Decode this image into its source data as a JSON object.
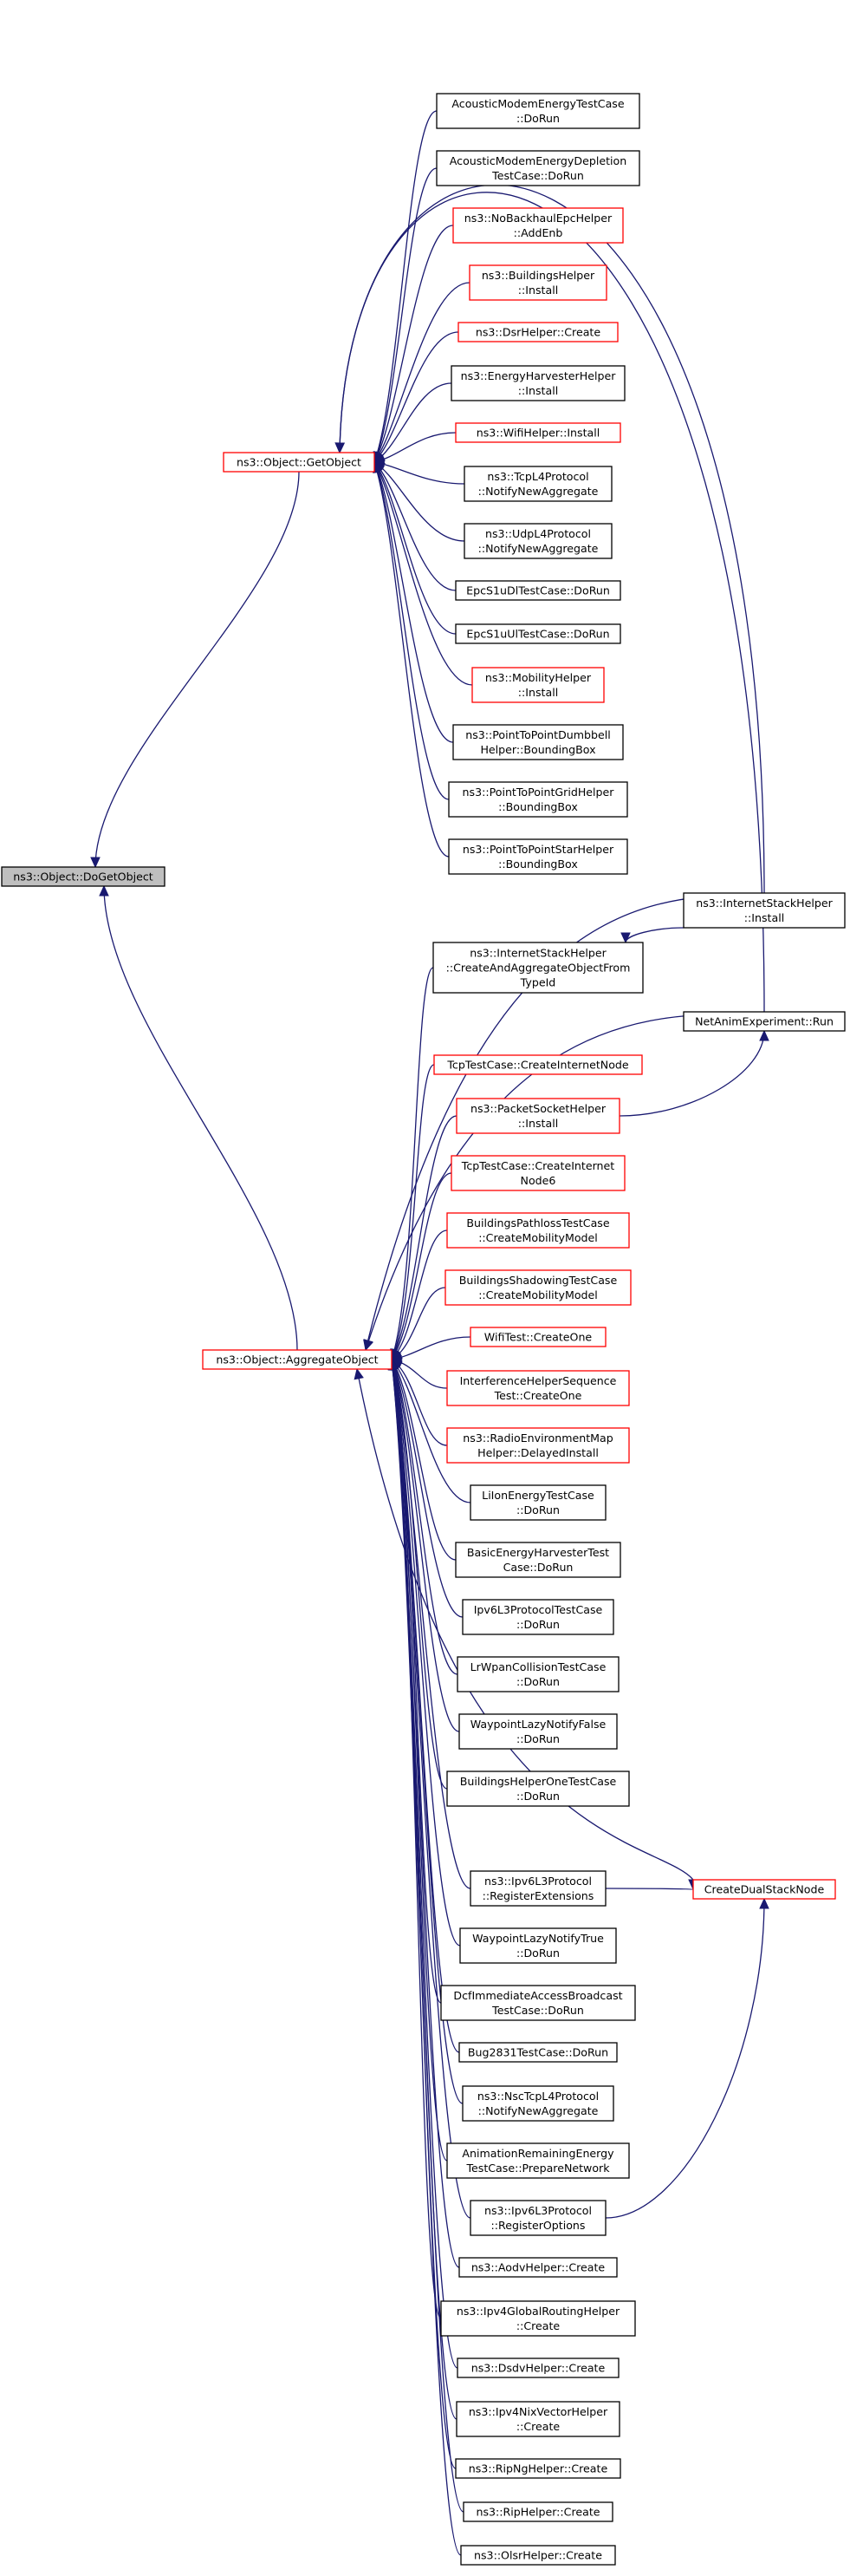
{
  "diagram": {
    "type": "doxygen caller graph",
    "colors": {
      "edge": "#191970",
      "focus_fill": "#bfbfbf",
      "focus_border": "#000000",
      "normal_border": "#000000",
      "truncated_border": "#ff0000",
      "node_fill": "#ffffff"
    },
    "focus_node": {
      "id": "doget",
      "lines": [
        "ns3::Object::DoGetObject"
      ]
    },
    "nodes": [
      {
        "id": "getobject",
        "lines": [
          "ns3::Object::GetObject"
        ],
        "truncated": true
      },
      {
        "id": "aggregate",
        "lines": [
          "ns3::Object::AggregateObject"
        ],
        "truncated": true
      },
      {
        "id": "g1",
        "lines": [
          "AcousticModemEnergyTestCase",
          "::DoRun"
        ],
        "truncated": false
      },
      {
        "id": "g2",
        "lines": [
          "AcousticModemEnergyDepletion",
          "TestCase::DoRun"
        ],
        "truncated": false
      },
      {
        "id": "g3",
        "lines": [
          "ns3::NoBackhaulEpcHelper",
          "::AddEnb"
        ],
        "truncated": true
      },
      {
        "id": "g4",
        "lines": [
          "ns3::BuildingsHelper",
          "::Install"
        ],
        "truncated": true
      },
      {
        "id": "g5",
        "lines": [
          "ns3::DsrHelper::Create"
        ],
        "truncated": true
      },
      {
        "id": "g6",
        "lines": [
          "ns3::EnergyHarvesterHelper",
          "::Install"
        ],
        "truncated": false
      },
      {
        "id": "g7",
        "lines": [
          "ns3::WifiHelper::Install"
        ],
        "truncated": true
      },
      {
        "id": "g8",
        "lines": [
          "ns3::TcpL4Protocol",
          "::NotifyNewAggregate"
        ],
        "truncated": false
      },
      {
        "id": "g9",
        "lines": [
          "ns3::UdpL4Protocol",
          "::NotifyNewAggregate"
        ],
        "truncated": false
      },
      {
        "id": "g10",
        "lines": [
          "EpcS1uDlTestCase::DoRun"
        ],
        "truncated": false
      },
      {
        "id": "g11",
        "lines": [
          "EpcS1uUlTestCase::DoRun"
        ],
        "truncated": false
      },
      {
        "id": "g12",
        "lines": [
          "ns3::MobilityHelper",
          "::Install"
        ],
        "truncated": true
      },
      {
        "id": "g13",
        "lines": [
          "ns3::PointToPointDumbbell",
          "Helper::BoundingBox"
        ],
        "truncated": false
      },
      {
        "id": "g14",
        "lines": [
          "ns3::PointToPointGridHelper",
          "::BoundingBox"
        ],
        "truncated": false
      },
      {
        "id": "g15",
        "lines": [
          "ns3::PointToPointStarHelper",
          "::BoundingBox"
        ],
        "truncated": false
      },
      {
        "id": "ish",
        "lines": [
          "ns3::InternetStackHelper",
          "::Install"
        ],
        "truncated": false
      },
      {
        "id": "caof",
        "lines": [
          "ns3::InternetStackHelper",
          "::CreateAndAggregateObjectFrom",
          "TypeId"
        ],
        "truncated": false
      },
      {
        "id": "netanim",
        "lines": [
          "NetAnimExperiment::Run"
        ],
        "truncated": false
      },
      {
        "id": "a1",
        "lines": [
          "TcpTestCase::CreateInternetNode"
        ],
        "truncated": true
      },
      {
        "id": "a2",
        "lines": [
          "ns3::PacketSocketHelper",
          "::Install"
        ],
        "truncated": true
      },
      {
        "id": "a3",
        "lines": [
          "TcpTestCase::CreateInternet",
          "Node6"
        ],
        "truncated": true
      },
      {
        "id": "a4",
        "lines": [
          "BuildingsPathlossTestCase",
          "::CreateMobilityModel"
        ],
        "truncated": true
      },
      {
        "id": "a5",
        "lines": [
          "BuildingsShadowingTestCase",
          "::CreateMobilityModel"
        ],
        "truncated": true
      },
      {
        "id": "a6",
        "lines": [
          "WifiTest::CreateOne"
        ],
        "truncated": true
      },
      {
        "id": "a7",
        "lines": [
          "InterferenceHelperSequence",
          "Test::CreateOne"
        ],
        "truncated": true
      },
      {
        "id": "a8",
        "lines": [
          "ns3::RadioEnvironmentMap",
          "Helper::DelayedInstall"
        ],
        "truncated": true
      },
      {
        "id": "a9",
        "lines": [
          "LiIonEnergyTestCase",
          "::DoRun"
        ],
        "truncated": false
      },
      {
        "id": "a10",
        "lines": [
          "BasicEnergyHarvesterTest",
          "Case::DoRun"
        ],
        "truncated": false
      },
      {
        "id": "a11",
        "lines": [
          "Ipv6L3ProtocolTestCase",
          "::DoRun"
        ],
        "truncated": false
      },
      {
        "id": "a12",
        "lines": [
          "LrWpanCollisionTestCase",
          "::DoRun"
        ],
        "truncated": false
      },
      {
        "id": "a13",
        "lines": [
          "WaypointLazyNotifyFalse",
          "::DoRun"
        ],
        "truncated": false
      },
      {
        "id": "a14",
        "lines": [
          "BuildingsHelperOneTestCase",
          "::DoRun"
        ],
        "truncated": false
      },
      {
        "id": "a15",
        "lines": [
          "ns3::Ipv6L3Protocol",
          "::RegisterExtensions"
        ],
        "truncated": false
      },
      {
        "id": "cdsn",
        "lines": [
          "CreateDualStackNode"
        ],
        "truncated": true
      },
      {
        "id": "a16",
        "lines": [
          "WaypointLazyNotifyTrue",
          "::DoRun"
        ],
        "truncated": false
      },
      {
        "id": "a17",
        "lines": [
          "DcfImmediateAccessBroadcast",
          "TestCase::DoRun"
        ],
        "truncated": false
      },
      {
        "id": "a18",
        "lines": [
          "Bug2831TestCase::DoRun"
        ],
        "truncated": false
      },
      {
        "id": "a19",
        "lines": [
          "ns3::NscTcpL4Protocol",
          "::NotifyNewAggregate"
        ],
        "truncated": false
      },
      {
        "id": "a20",
        "lines": [
          "AnimationRemainingEnergy",
          "TestCase::PrepareNetwork"
        ],
        "truncated": false
      },
      {
        "id": "a21",
        "lines": [
          "ns3::Ipv6L3Protocol",
          "::RegisterOptions"
        ],
        "truncated": false
      },
      {
        "id": "a22",
        "lines": [
          "ns3::AodvHelper::Create"
        ],
        "truncated": false
      },
      {
        "id": "a23",
        "lines": [
          "ns3::Ipv4GlobalRoutingHelper",
          "::Create"
        ],
        "truncated": false
      },
      {
        "id": "a24",
        "lines": [
          "ns3::DsdvHelper::Create"
        ],
        "truncated": false
      },
      {
        "id": "a25",
        "lines": [
          "ns3::Ipv4NixVectorHelper",
          "::Create"
        ],
        "truncated": false
      },
      {
        "id": "a26",
        "lines": [
          "ns3::RipNgHelper::Create"
        ],
        "truncated": false
      },
      {
        "id": "a27",
        "lines": [
          "ns3::RipHelper::Create"
        ],
        "truncated": false
      },
      {
        "id": "a28",
        "lines": [
          "ns3::OlsrHelper::Create"
        ],
        "truncated": false
      }
    ],
    "edges": [
      [
        "getobject",
        "doget"
      ],
      [
        "aggregate",
        "doget"
      ],
      [
        "g1",
        "getobject"
      ],
      [
        "g2",
        "getobject"
      ],
      [
        "g3",
        "getobject"
      ],
      [
        "g4",
        "getobject"
      ],
      [
        "g5",
        "getobject"
      ],
      [
        "g6",
        "getobject"
      ],
      [
        "g7",
        "getobject"
      ],
      [
        "g8",
        "getobject"
      ],
      [
        "g9",
        "getobject"
      ],
      [
        "g10",
        "getobject"
      ],
      [
        "g11",
        "getobject"
      ],
      [
        "g12",
        "getobject"
      ],
      [
        "g13",
        "getobject"
      ],
      [
        "g14",
        "getobject"
      ],
      [
        "g15",
        "getobject"
      ],
      [
        "ish",
        "getobject"
      ],
      [
        "netanim",
        "getobject"
      ],
      [
        "ish",
        "caof"
      ],
      [
        "a2",
        "netanim"
      ],
      [
        "a15",
        "cdsn"
      ],
      [
        "a21",
        "cdsn"
      ],
      [
        "caof",
        "aggregate"
      ],
      [
        "ish",
        "aggregate"
      ],
      [
        "netanim",
        "aggregate"
      ],
      [
        "a1",
        "aggregate"
      ],
      [
        "a2",
        "aggregate"
      ],
      [
        "a3",
        "aggregate"
      ],
      [
        "a4",
        "aggregate"
      ],
      [
        "a5",
        "aggregate"
      ],
      [
        "a6",
        "aggregate"
      ],
      [
        "a7",
        "aggregate"
      ],
      [
        "a8",
        "aggregate"
      ],
      [
        "a9",
        "aggregate"
      ],
      [
        "a10",
        "aggregate"
      ],
      [
        "a11",
        "aggregate"
      ],
      [
        "a12",
        "aggregate"
      ],
      [
        "a13",
        "aggregate"
      ],
      [
        "a14",
        "aggregate"
      ],
      [
        "cdsn",
        "aggregate"
      ],
      [
        "a15",
        "aggregate"
      ],
      [
        "a16",
        "aggregate"
      ],
      [
        "a17",
        "aggregate"
      ],
      [
        "a18",
        "aggregate"
      ],
      [
        "a19",
        "aggregate"
      ],
      [
        "a20",
        "aggregate"
      ],
      [
        "a21",
        "aggregate"
      ],
      [
        "a22",
        "aggregate"
      ],
      [
        "a23",
        "aggregate"
      ],
      [
        "a24",
        "aggregate"
      ],
      [
        "a25",
        "aggregate"
      ],
      [
        "a26",
        "aggregate"
      ],
      [
        "a27",
        "aggregate"
      ],
      [
        "a28",
        "aggregate"
      ]
    ]
  }
}
